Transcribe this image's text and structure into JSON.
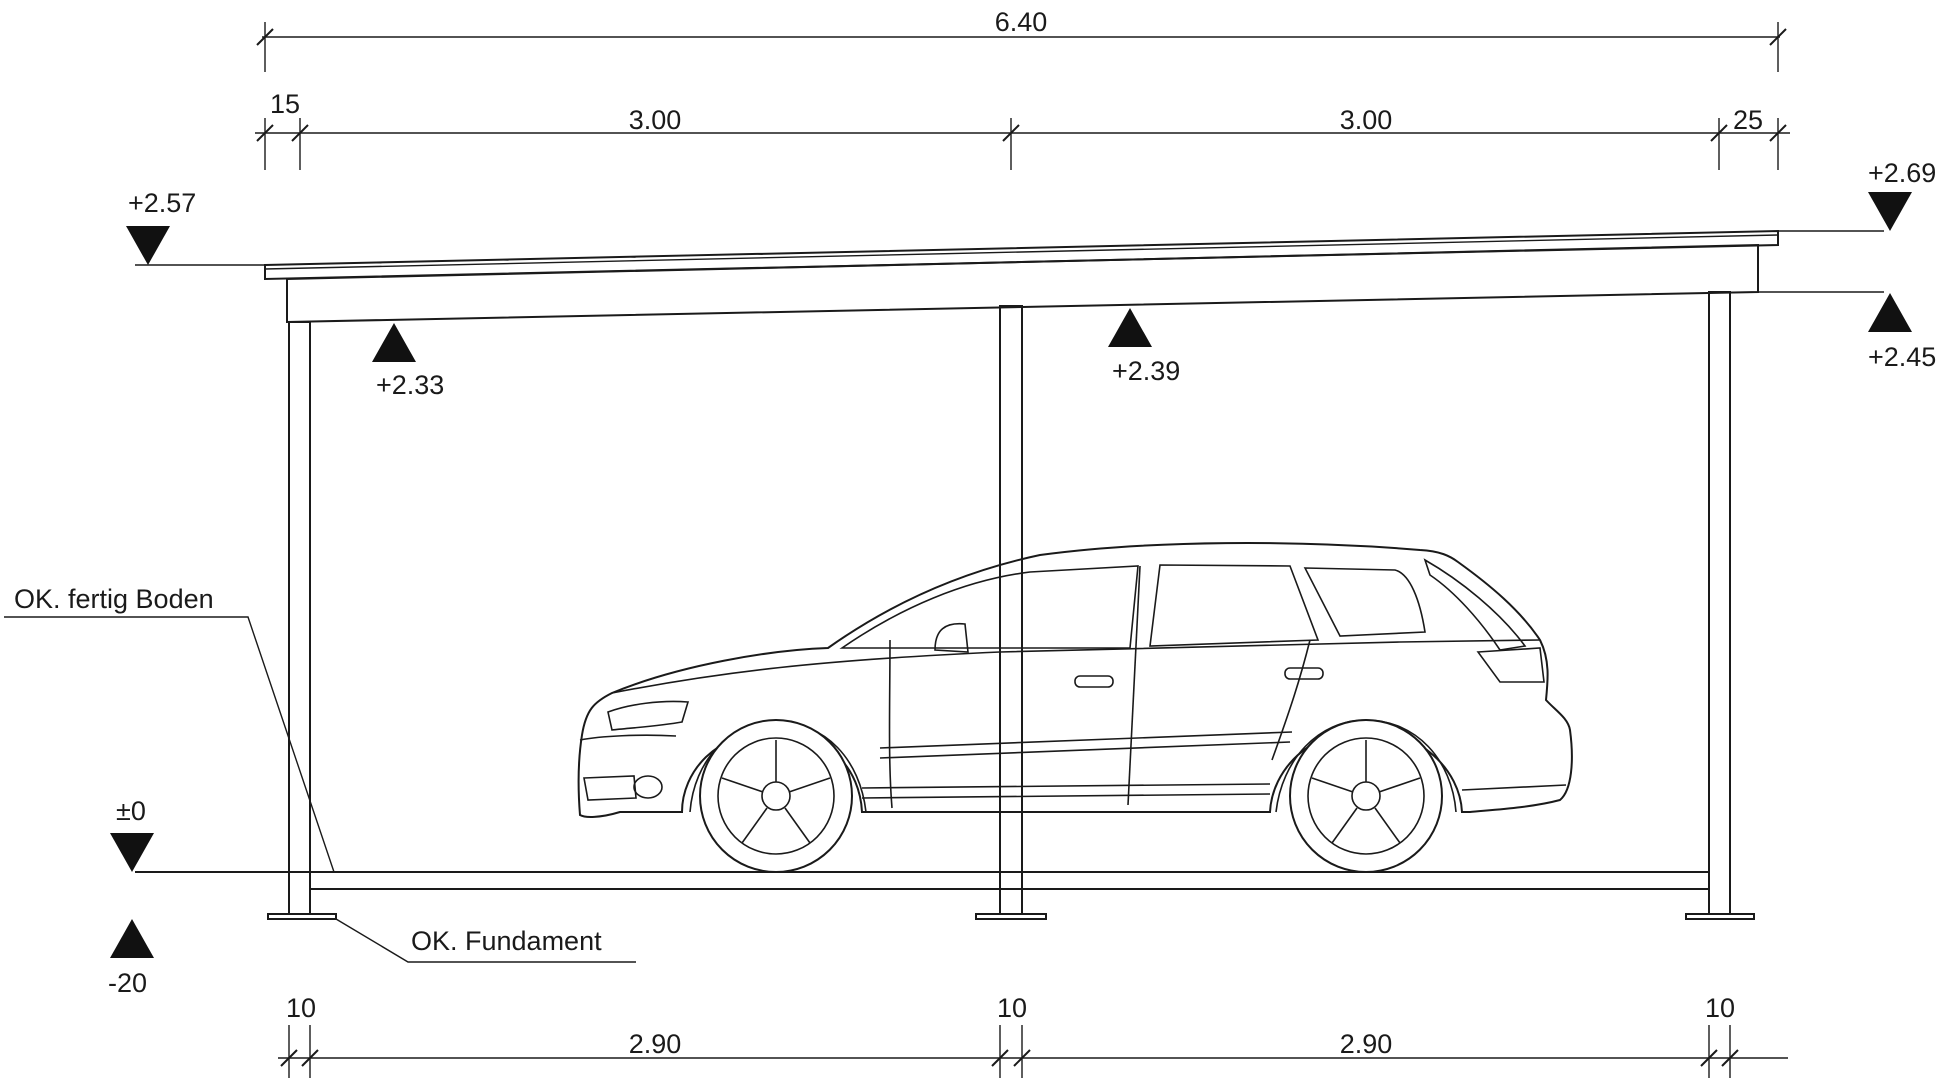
{
  "dimensions": {
    "overall_width": "6.40",
    "top_left_offset": "15",
    "top_bay_left": "3.00",
    "top_bay_right": "3.00",
    "top_right_overhang": "25",
    "bottom_post_left": "10",
    "bottom_bay_left": "2.90",
    "bottom_post_mid": "10",
    "bottom_bay_right": "2.90",
    "bottom_post_right": "10"
  },
  "levels": {
    "roof_left": "+2.57",
    "roof_right": "+2.69",
    "beam_left": "+2.33",
    "beam_mid": "+2.39",
    "beam_right": "+2.45",
    "floor": "±0",
    "foundation": "-20"
  },
  "labels": {
    "finished_floor": "OK. fertig Boden",
    "foundation_top": "OK. Fundament"
  }
}
